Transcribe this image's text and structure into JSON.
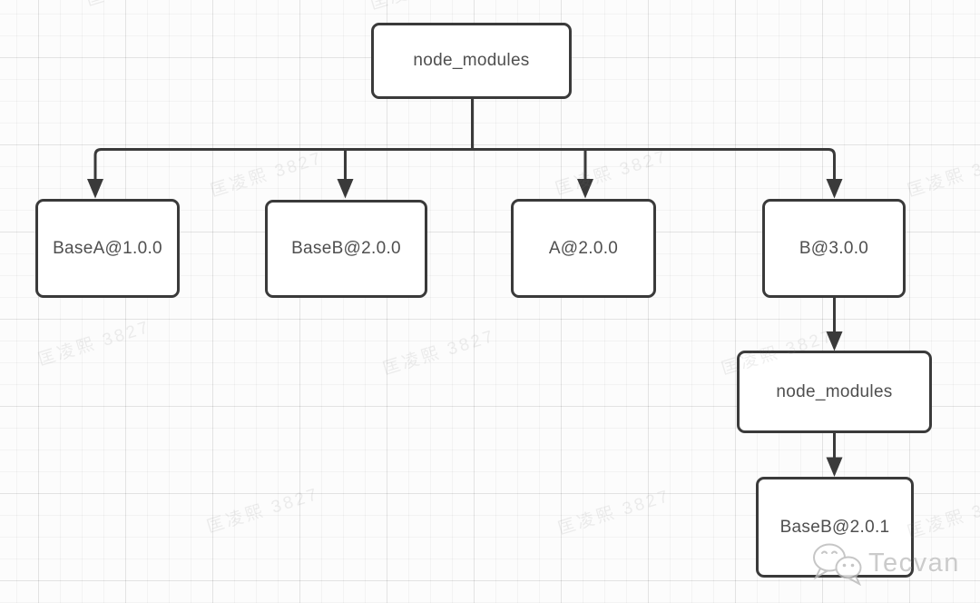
{
  "diagram": {
    "type": "tree",
    "nodes": {
      "root": {
        "label": "node_modules"
      },
      "baseA": {
        "label": "BaseA@1.0.0"
      },
      "baseB": {
        "label": "BaseB@2.0.0"
      },
      "a": {
        "label": "A@2.0.0"
      },
      "b": {
        "label": "B@3.0.0"
      },
      "nestedModules": {
        "label": "node_modules"
      },
      "baseB201": {
        "label": "BaseB@2.0.1"
      }
    },
    "edges": [
      {
        "from": "root",
        "to": "baseA"
      },
      {
        "from": "root",
        "to": "baseB"
      },
      {
        "from": "root",
        "to": "a"
      },
      {
        "from": "root",
        "to": "b"
      },
      {
        "from": "b",
        "to": "nestedModules"
      },
      {
        "from": "nestedModules",
        "to": "baseB201"
      }
    ]
  },
  "watermarks": {
    "text": "匡凌熙 3827",
    "count": 11
  },
  "brand": {
    "name": "Tecvan",
    "icon": "wechat-chat-bubbles-icon"
  },
  "colors": {
    "background": "#fcfcfc",
    "grid_minor": "#f3f3f3",
    "grid_major": "#ededed",
    "box_border": "#3a3a3a",
    "box_fill": "#ffffff",
    "connector": "#3a3a3a",
    "node_text": "#4f4f4f",
    "watermark_text": "#ebebeb",
    "brand_text": "#cbcbcb"
  }
}
